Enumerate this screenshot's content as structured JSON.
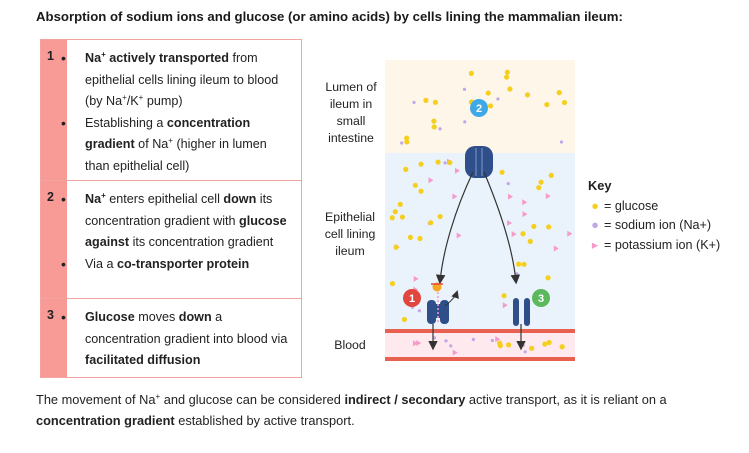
{
  "title": "Absorption of sodium ions and glucose (or amino acids) by cells lining the mammalian ileum:",
  "steps": [
    {
      "number": "1",
      "bullets": [
        [
          {
            "t": "Na",
            "b": true
          },
          {
            "t": "+",
            "b": true,
            "sup": true
          },
          {
            "t": " actively transported",
            "b": true
          },
          {
            "t": " from epithelial cells lining ileum to blood (by Na"
          },
          {
            "t": "+",
            "sup": true
          },
          {
            "t": "/K"
          },
          {
            "t": "+",
            "sup": true
          },
          {
            "t": " pump)"
          }
        ],
        [
          {
            "t": "Establishing a "
          },
          {
            "t": "concentration gradient",
            "b": true
          },
          {
            "t": " of Na"
          },
          {
            "t": "+",
            "sup": true
          },
          {
            "t": " (higher in lumen than epithelial cell)"
          }
        ]
      ]
    },
    {
      "number": "2",
      "bullets": [
        [
          {
            "t": "Na",
            "b": true
          },
          {
            "t": "+",
            "b": true,
            "sup": true
          },
          {
            "t": " enters epithelial cell "
          },
          {
            "t": "down",
            "b": true
          },
          {
            "t": " its concentration gradient with "
          },
          {
            "t": "glucose against",
            "b": true
          },
          {
            "t": " its concentration gradient"
          }
        ],
        [
          {
            "t": "Via a "
          },
          {
            "t": "co-transporter protein",
            "b": true
          }
        ]
      ]
    },
    {
      "number": "3",
      "bullets": [
        [
          {
            "t": "Glucose",
            "b": true
          },
          {
            "t": " moves "
          },
          {
            "t": "down",
            "b": true
          },
          {
            "t": " a concentration gradient into blood via "
          },
          {
            "t": "facilitated diffusion",
            "b": true
          }
        ]
      ]
    }
  ],
  "diagram": {
    "labels": {
      "lumen": "Lumen of ileum in small intestine",
      "epithelial": "Epithelial cell lining ileum",
      "blood": "Blood"
    },
    "markers": [
      "1",
      "2",
      "3"
    ],
    "colors": {
      "lumen_bg": "#fdf6e9",
      "cell_bg": "#eaf3fb",
      "blood_bg": "#fde9ee",
      "membrane": "#e8604f",
      "protein": "#2f4f8a",
      "glucose": "#f5cf1f",
      "sodium": "#c3a6e6",
      "potassium": "#f59acb",
      "marker1": "#e2473f",
      "marker2": "#3fa9e8",
      "marker3": "#5cb85c"
    }
  },
  "key": {
    "title": "Key",
    "items": [
      {
        "symbol": "●",
        "label": "= glucose",
        "color": "#f5cf1f"
      },
      {
        "symbol": "●",
        "label": "= sodium ion (Na+)",
        "color": "#c3a6e6"
      },
      {
        "symbol": "▸",
        "label": "= potassium ion (K+)",
        "color": "#f59acb"
      }
    ]
  },
  "footer": [
    {
      "t": "The movement of Na"
    },
    {
      "t": "+",
      "sup": true
    },
    {
      "t": " and glucose can be considered "
    },
    {
      "t": "indirect / secondary",
      "b": true
    },
    {
      "t": " active transport, as it is reliant on a "
    },
    {
      "t": "concentration gradient",
      "b": true
    },
    {
      "t": " established by active transport."
    }
  ]
}
